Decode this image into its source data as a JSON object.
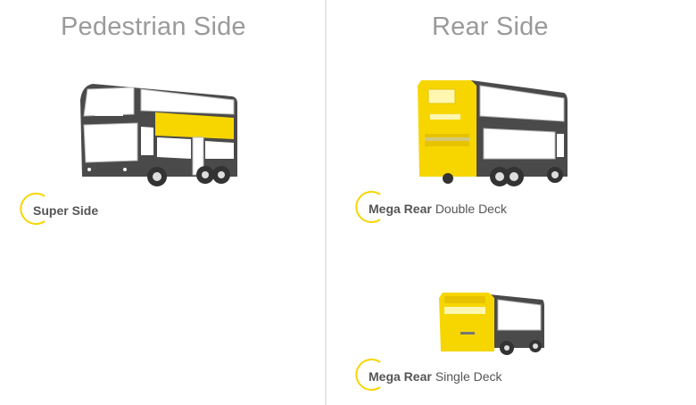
{
  "sections": {
    "left": {
      "title": "Pedestrian Side",
      "options": [
        {
          "bold": "Super Side",
          "regular": ""
        }
      ]
    },
    "right": {
      "title": "Rear Side",
      "options": [
        {
          "bold": "Mega Rear",
          "regular": "Double Deck"
        },
        {
          "bold": "Mega Rear",
          "regular": "Single Deck"
        }
      ]
    }
  },
  "colors": {
    "accent": "#f7d600",
    "body_dark": "#4a4a4a",
    "window": "#ffffff",
    "heading": "#9a9a9a"
  }
}
